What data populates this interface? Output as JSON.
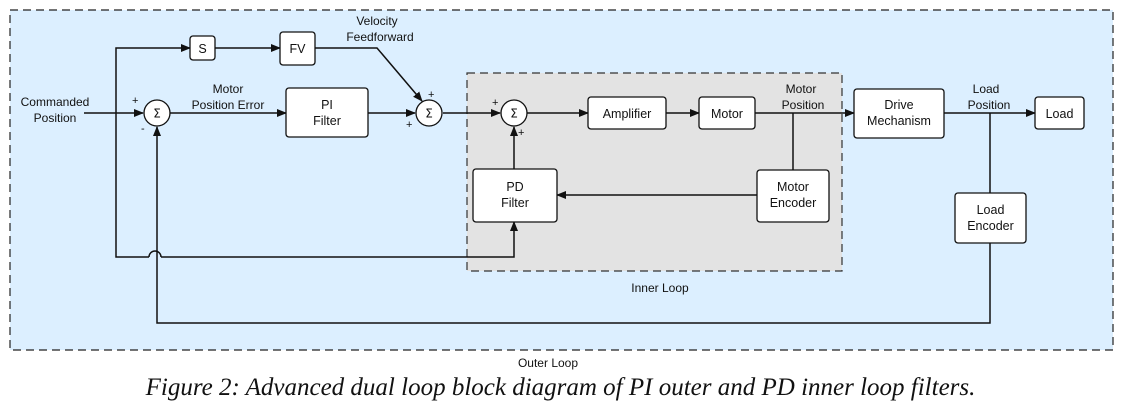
{
  "diagram": {
    "outer_region_label": "Outer Loop",
    "inner_region_label": "Inner Loop",
    "input_label": [
      "Commanded",
      "Position"
    ],
    "error_label": [
      "Motor",
      "Position Error"
    ],
    "feedforward_label": [
      "Velocity",
      "Feedforward"
    ],
    "motor_position_label": [
      "Motor",
      "Position"
    ],
    "load_position_label": [
      "Load",
      "Position"
    ],
    "blocks": {
      "s": [
        "S"
      ],
      "fv": [
        "FV"
      ],
      "pi": [
        "PI",
        "Filter"
      ],
      "amplifier": [
        "Amplifier"
      ],
      "motor": [
        "Motor"
      ],
      "drive": [
        "Drive",
        "Mechanism"
      ],
      "load": [
        "Load"
      ],
      "pd": [
        "PD",
        "Filter"
      ],
      "motor_encoder": [
        "Motor",
        "Encoder"
      ],
      "load_encoder": [
        "Load",
        "Encoder"
      ]
    },
    "summing_symbol": "Σ",
    "signs": {
      "plus": "+",
      "minus": "-"
    },
    "colors": {
      "outer_fill": "#dcefff",
      "inner_fill": "#e3e3e3",
      "stroke": "#111111",
      "block_fill": "#ffffff"
    }
  },
  "caption": "Figure 2: Advanced dual loop block diagram of PI outer and PD inner loop filters."
}
